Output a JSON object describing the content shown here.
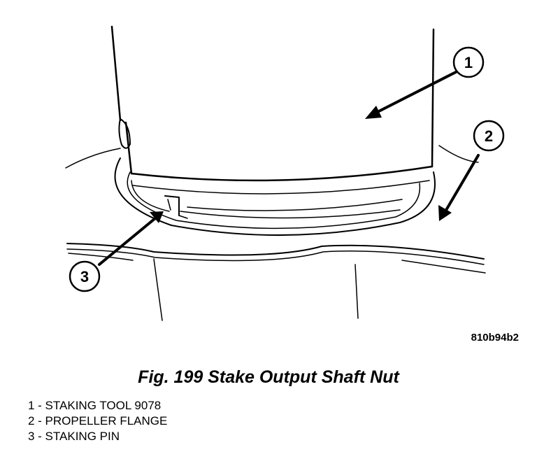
{
  "figure": {
    "id": "810b94b2",
    "caption": "Fig. 199 Stake Output Shaft Nut"
  },
  "callouts": [
    {
      "number": "1"
    },
    {
      "number": "2"
    },
    {
      "number": "3"
    }
  ],
  "legend": [
    {
      "text": "1 - STAKING TOOL 9078"
    },
    {
      "text": "2 - PROPELLER FLANGE"
    },
    {
      "text": "3 - STAKING PIN"
    }
  ]
}
